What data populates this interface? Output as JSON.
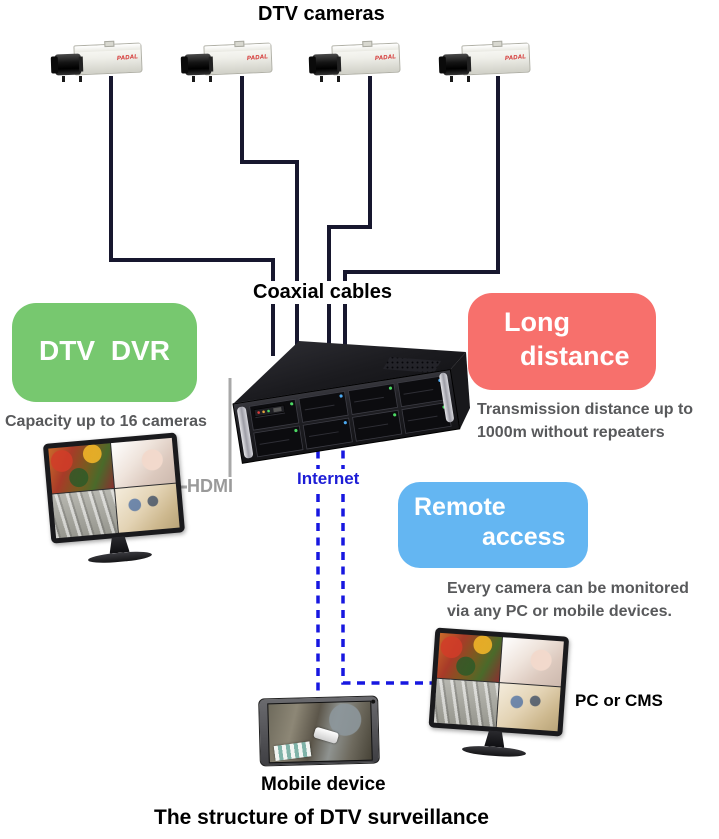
{
  "diagram": {
    "title_top": "DTV cameras",
    "title_bottom": "The structure of DTV surveillance",
    "camera_brand": "PADAL",
    "camera_count": 4,
    "labels": {
      "coaxial": "Coaxial cables",
      "hdmi": "HDMI",
      "internet": "Internet",
      "mobile_device": "Mobile device",
      "pc_or_cms": "PC or CMS"
    },
    "callouts": {
      "dvr": {
        "title": "DTV  DVR",
        "caption": "Capacity up to 16 cameras",
        "color": "#77C86F"
      },
      "long_distance": {
        "title_line1": "Long",
        "title_line2": "distance",
        "caption_line1": "Transmission distance up to",
        "caption_line2": "1000m without repeaters",
        "color": "#F7706C"
      },
      "remote_access": {
        "title_line1": "Remote",
        "title_line2": "access",
        "caption_line1": "Every camera can be monitored",
        "caption_line2": "via any PC or mobile devices.",
        "color": "#64B6F2"
      }
    },
    "colors": {
      "coax_cable": "#17172e",
      "internet_line": "#1717e0",
      "hdmi_line": "#a8a8a8",
      "caption_text": "#58595b"
    }
  }
}
